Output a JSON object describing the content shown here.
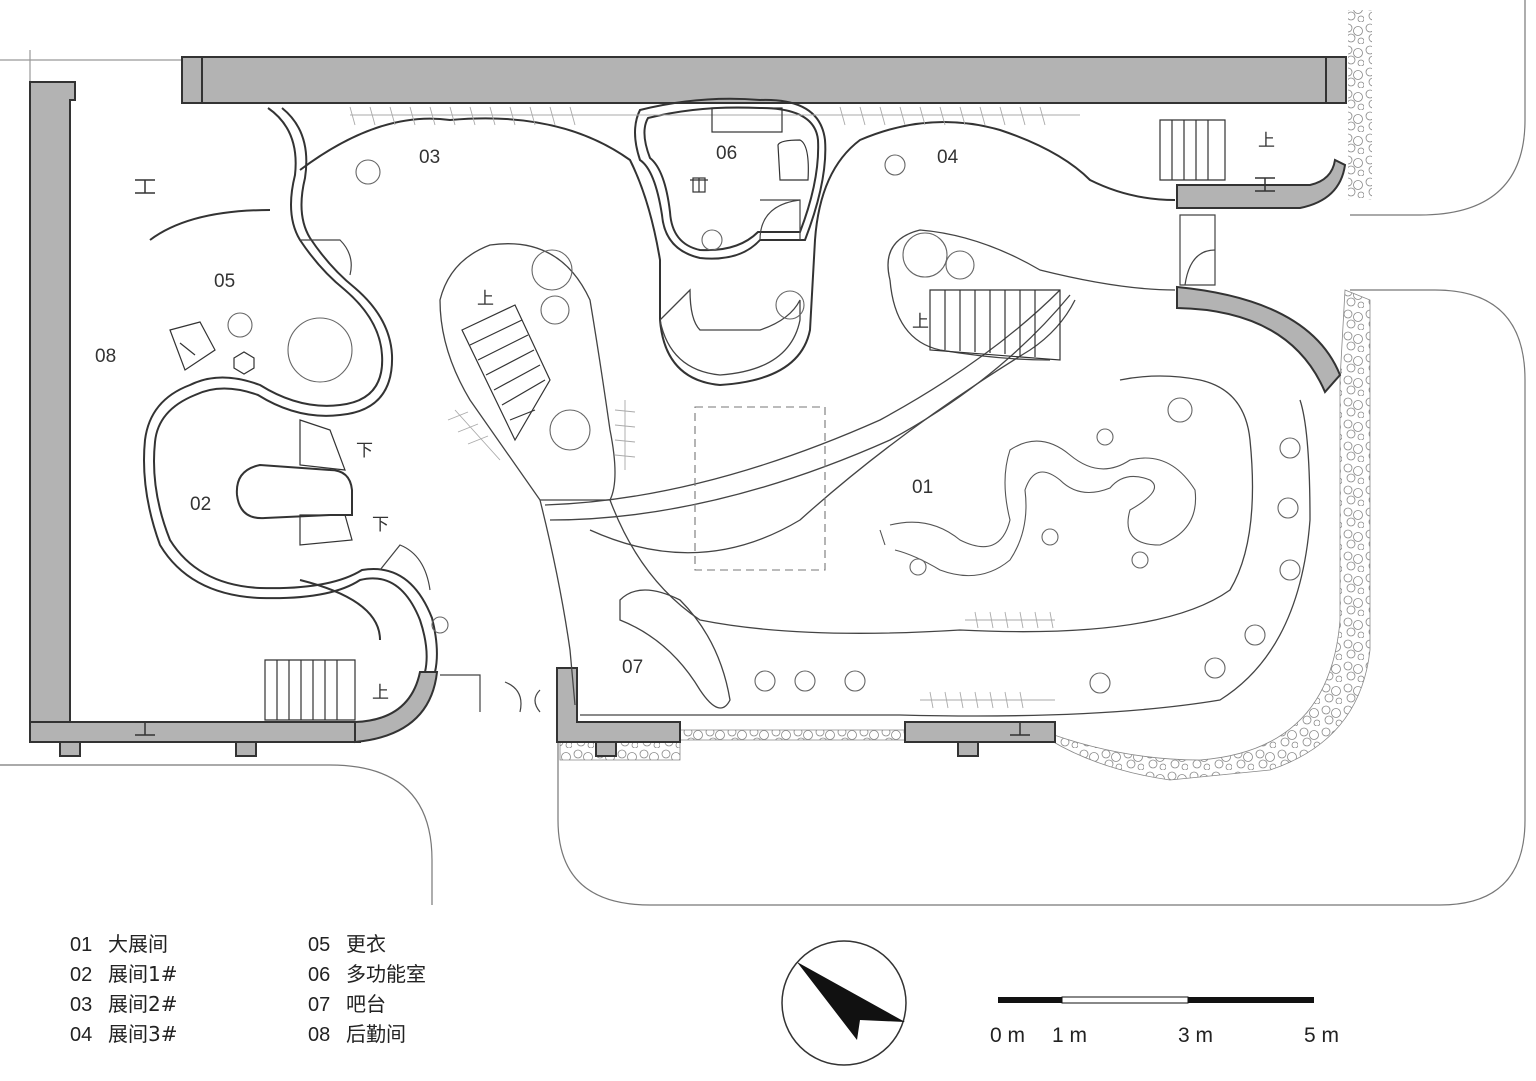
{
  "room_labels": {
    "r01": "01",
    "r02": "02",
    "r03": "03",
    "r04": "04",
    "r05": "05",
    "r06": "06",
    "r07": "07",
    "r08": "08"
  },
  "stair_marks": {
    "up": "上",
    "down": "下"
  },
  "legend_left": [
    {
      "num": "01",
      "name": "大展间"
    },
    {
      "num": "02",
      "name": "展间1#"
    },
    {
      "num": "03",
      "name": "展间2#"
    },
    {
      "num": "04",
      "name": "展间3#"
    }
  ],
  "legend_right": [
    {
      "num": "05",
      "name": "更衣"
    },
    {
      "num": "06",
      "name": "多功能室"
    },
    {
      "num": "07",
      "name": "吧台"
    },
    {
      "num": "08",
      "name": "后勤间"
    }
  ],
  "scale_bar": {
    "labels": [
      "0 m",
      "1 m",
      "3 m",
      "5 m"
    ]
  },
  "colors": {
    "wall_fill": "#b3b3b3",
    "line": "#333333",
    "light_line": "#888888"
  }
}
